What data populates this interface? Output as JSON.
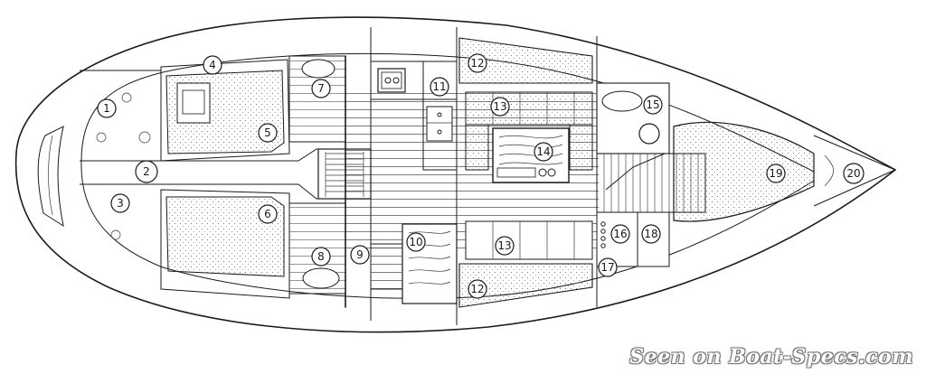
{
  "diagram": {
    "labels": [
      "1",
      "2",
      "3",
      "4",
      "5",
      "6",
      "7",
      "8",
      "9",
      "10",
      "11",
      "12",
      "12",
      "13",
      "13",
      "14",
      "15",
      "16",
      "17",
      "18",
      "19",
      "20"
    ]
  },
  "watermark": "Seen on Boat-Specs.com"
}
